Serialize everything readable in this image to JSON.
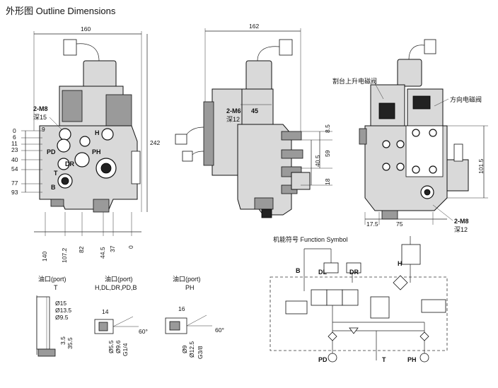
{
  "title": "外形图   Outline Dimensions",
  "front_view": {
    "width_label": "160",
    "height_label": "242",
    "left_dims": [
      "0",
      "6",
      "9",
      "11",
      "23",
      "40",
      "54",
      "77",
      "93"
    ],
    "bottom_dims": [
      "140",
      "107.2",
      "82",
      "44.5",
      "37",
      "0"
    ],
    "note_thread": "2-M8",
    "note_depth": "深15",
    "ports": [
      "H",
      "PD",
      "PH",
      "DR",
      "T",
      "B"
    ]
  },
  "side_view": {
    "width_label": "162",
    "label_45": "45",
    "note_thread": "2-M6",
    "note_depth": "深12",
    "right_dims": [
      "8.5",
      "59",
      "40.5",
      "18"
    ]
  },
  "rear_view": {
    "label_lift": "割台上升电磁阀",
    "label_direction": "方向电磁阀",
    "height_label": "101.5",
    "bottom_dims": [
      "17.5",
      "75"
    ],
    "note_thread": "2-M8",
    "note_depth": "深12"
  },
  "ports": [
    {
      "cn": "油口(port)",
      "name": "T",
      "dims": [
        "Ø15",
        "Ø13.5",
        "Ø9.5",
        "3.5",
        "35.5"
      ]
    },
    {
      "cn": "油口(port)",
      "name": "H,DL,DR,PD,B",
      "dims": [
        "14",
        "60°",
        "Ø5.5",
        "Ø9.6",
        "G1/4"
      ]
    },
    {
      "cn": "油口(port)",
      "name": "PH",
      "dims": [
        "16",
        "60°",
        "Ø9",
        "Ø12.5",
        "G3/8"
      ]
    }
  ],
  "function_symbol": {
    "title": "机能符号   Function Symbol",
    "labels": [
      "B",
      "DL",
      "DR",
      "H",
      "PD",
      "T",
      "PH"
    ]
  }
}
